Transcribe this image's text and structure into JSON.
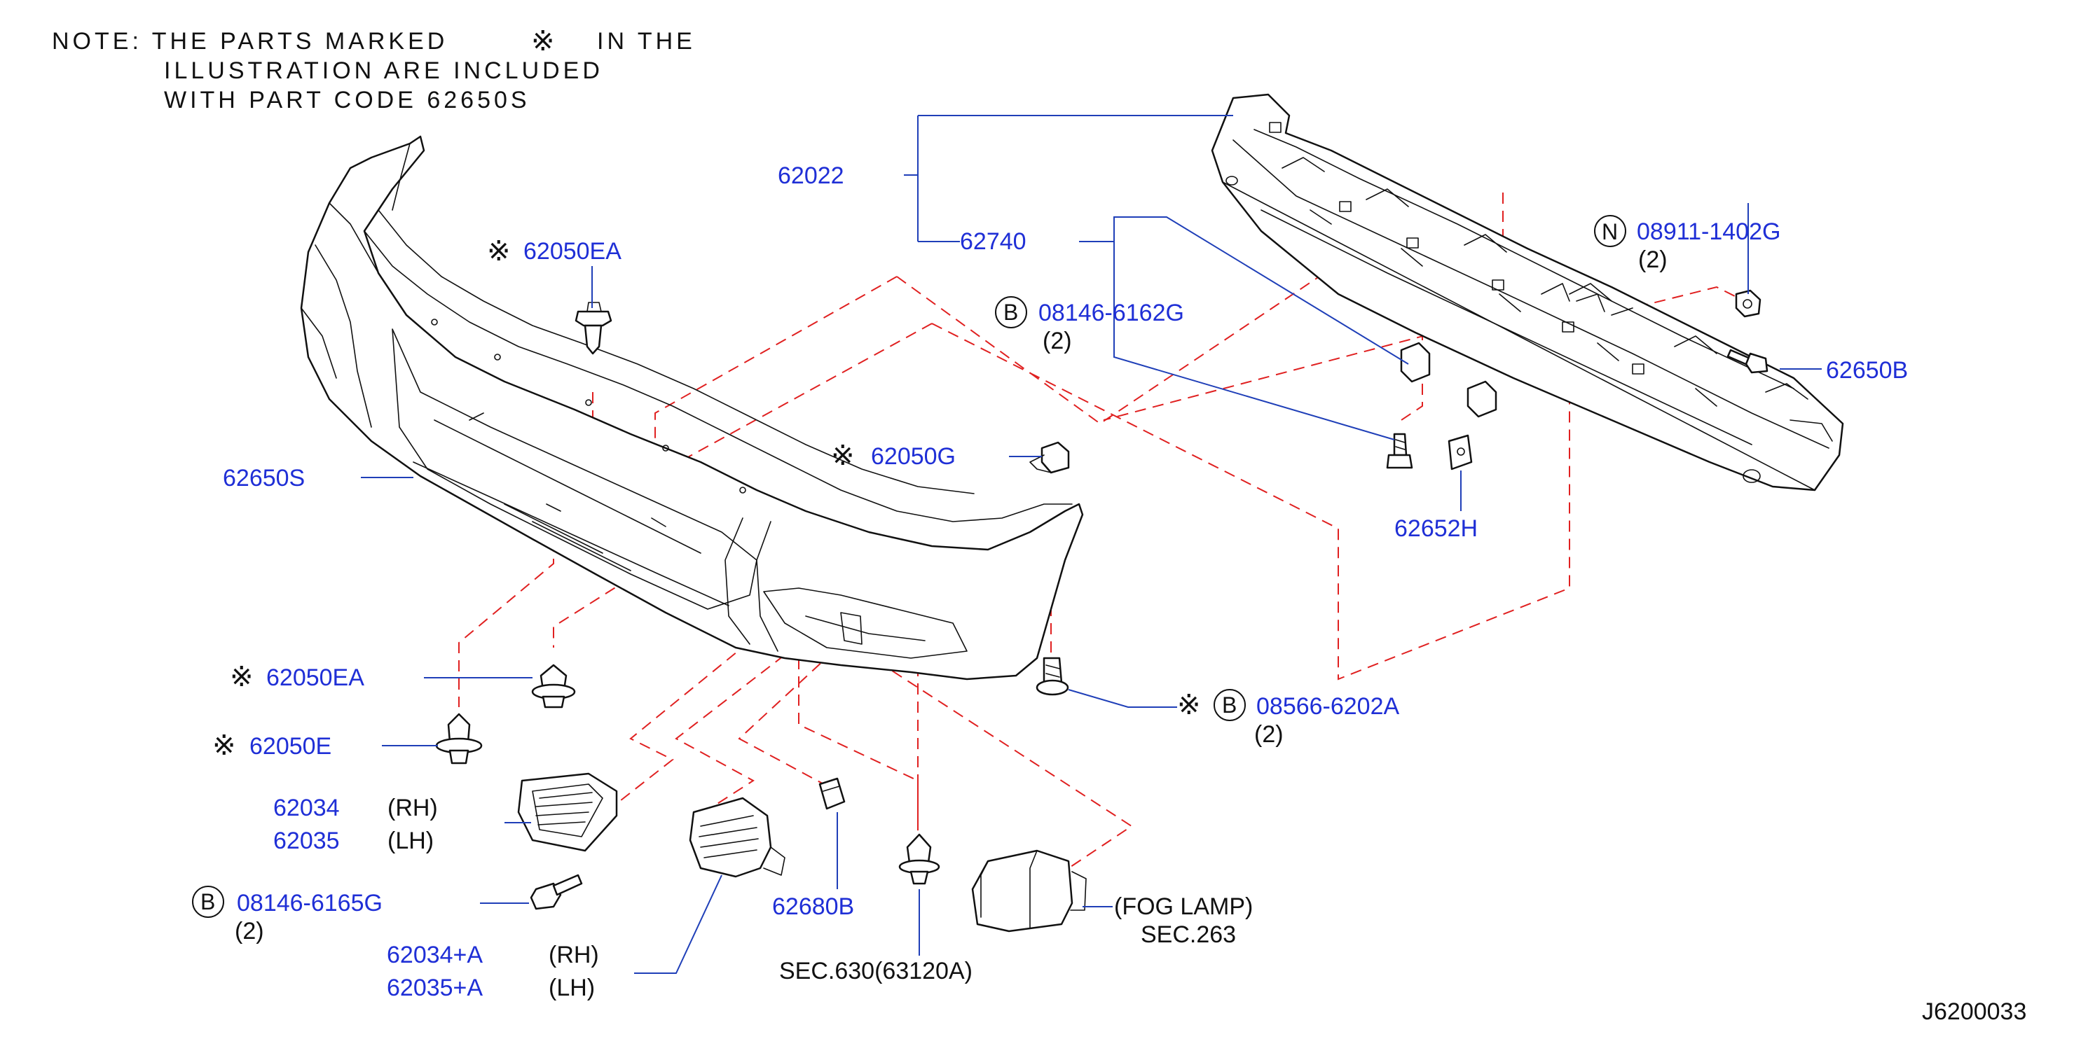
{
  "note": {
    "line1_a": "NOTE:  THE  PARTS  MARKED",
    "mark": "※",
    "line1_b": "IN  THE",
    "line2": "ILLUSTRATION  ARE  INCLUDED",
    "line3": "WITH  PART  CODE  62650S"
  },
  "callouts": {
    "reinforcement": "62022",
    "absorber": "62740",
    "bolt_b_top": "08146-6162G",
    "bolt_b_top_qty": "(2)",
    "nut_n": "08911-1402G",
    "nut_n_qty": "(2)",
    "bolt_right": "62650B",
    "bracket": "62652H",
    "clip_top": "62050EA",
    "clip_g": "62050G",
    "fascia": "62650S",
    "clip_mid": "62050EA",
    "clip_e": "62050E",
    "screw_b": "08566-6202A",
    "screw_b_qty": "(2)",
    "grille_rh": "62034",
    "grille_rh_side": "(RH)",
    "grille_lh": "62035",
    "grille_lh_side": "(LH)",
    "bolt_b_bottom": "08146-6165G",
    "bolt_b_bottom_qty": "(2)",
    "cover_rh": "62034+A",
    "cover_rh_side": "(RH)",
    "cover_lh": "62035+A",
    "cover_lh_side": "(LH)",
    "nut_clip": "62680B",
    "sec630": "SEC.630(63120A)",
    "fog_lamp": "(FOG  LAMP)",
    "sec263": "SEC.263"
  },
  "symbols": {
    "asterisk": "※",
    "b_circle": "B",
    "n_circle": "N"
  },
  "diagram_id": "J6200033",
  "colors": {
    "callout_text": "#1f2fd6",
    "leader_line": "#1f3fb8",
    "hidden_line": "#e02020",
    "outline": "#111111"
  }
}
